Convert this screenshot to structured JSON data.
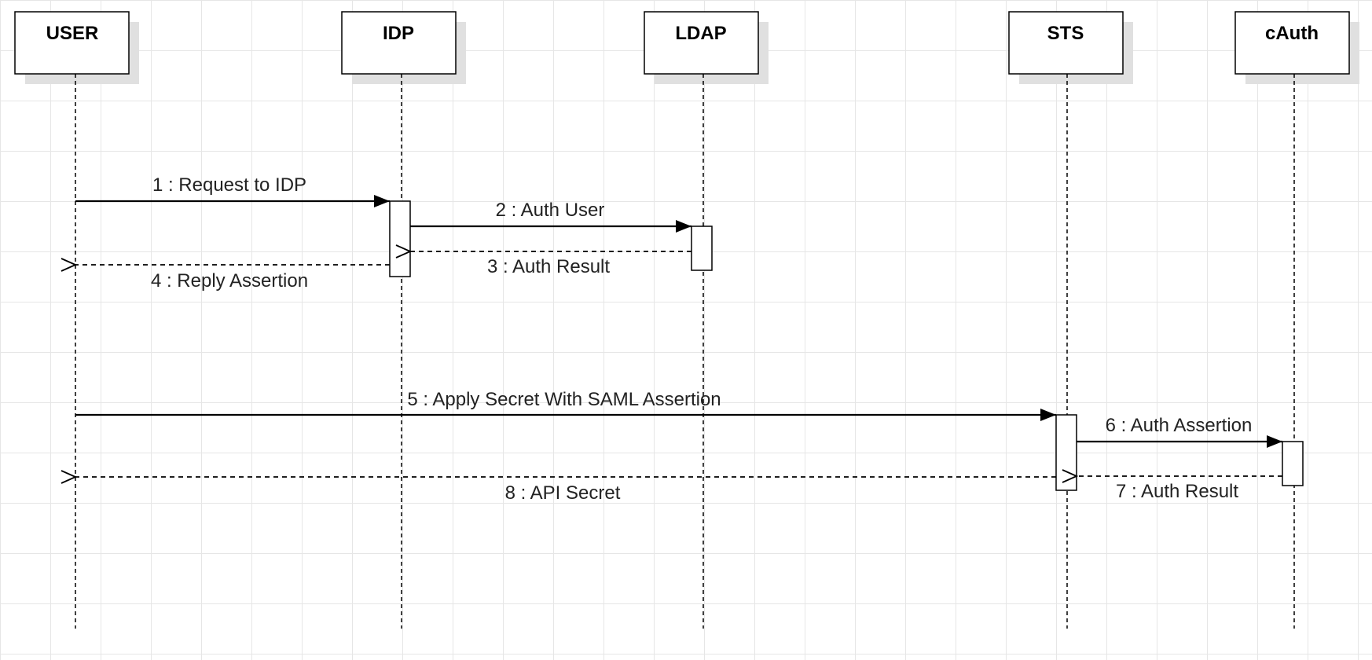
{
  "participants": [
    {
      "id": "user",
      "label": "USER"
    },
    {
      "id": "idp",
      "label": "IDP"
    },
    {
      "id": "ldap",
      "label": "LDAP"
    },
    {
      "id": "sts",
      "label": "STS"
    },
    {
      "id": "cauth",
      "label": "cAuth"
    }
  ],
  "messages": [
    {
      "label": "1 : Request to IDP",
      "kind": "call",
      "from": "user",
      "to": "idp"
    },
    {
      "label": "2 : Auth User",
      "kind": "call",
      "from": "idp",
      "to": "ldap"
    },
    {
      "label": "3 : Auth Result",
      "kind": "return",
      "from": "ldap",
      "to": "idp"
    },
    {
      "label": "4 : Reply Assertion",
      "kind": "return",
      "from": "idp",
      "to": "user"
    },
    {
      "label": "5 : Apply Secret With SAML Assertion",
      "kind": "call",
      "from": "user",
      "to": "sts"
    },
    {
      "label": "6 : Auth Assertion",
      "kind": "call",
      "from": "sts",
      "to": "cauth"
    },
    {
      "label": "7 : Auth Result",
      "kind": "return",
      "from": "cauth",
      "to": "sts"
    },
    {
      "label": "8 : API Secret",
      "kind": "return",
      "from": "sts",
      "to": "user"
    }
  ]
}
